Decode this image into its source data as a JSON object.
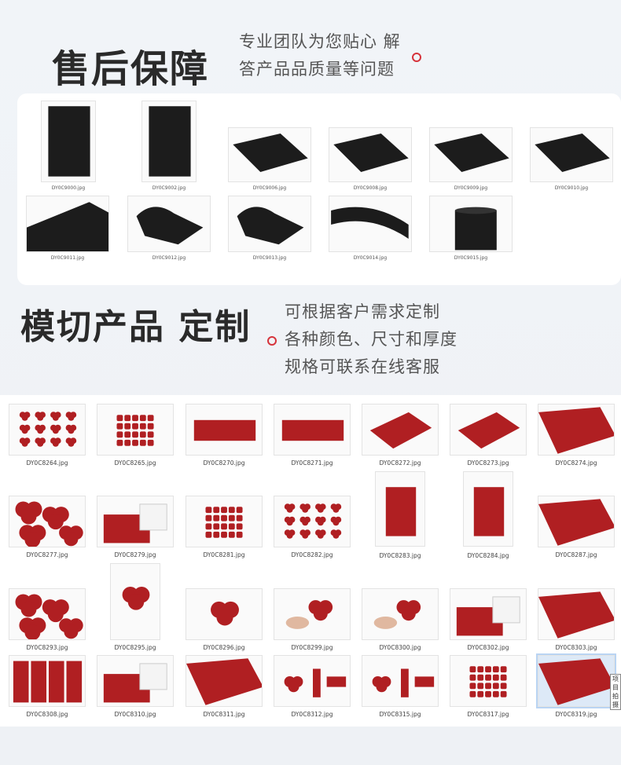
{
  "section1": {
    "title": "售后保障",
    "subtitle_line1": "专业团队为您贴心 解",
    "subtitle_line2": "答产品品质量等问题"
  },
  "section2": {
    "title": "模切产品 定制",
    "line1": "可根据客户需求定制",
    "line2": "各种颜色、尺寸和厚度",
    "line3": "规格可联系在线客服"
  },
  "black_gallery": [
    {
      "file": "DY0C9000.jpg",
      "shape": "tall"
    },
    {
      "file": "DY0C9002.jpg",
      "shape": "tall"
    },
    {
      "file": "DY0C9006.jpg",
      "shape": "slab"
    },
    {
      "file": "DY0C9008.jpg",
      "shape": "slab"
    },
    {
      "file": "DY0C9009.jpg",
      "shape": "slab"
    },
    {
      "file": "DY0C9010.jpg",
      "shape": "slab"
    },
    {
      "file": "DY0C9011.jpg",
      "shape": "corner"
    },
    {
      "file": "DY0C9012.jpg",
      "shape": "fold"
    },
    {
      "file": "DY0C9013.jpg",
      "shape": "fold"
    },
    {
      "file": "DY0C9014.jpg",
      "shape": "roll"
    },
    {
      "file": "DY0C9015.jpg",
      "shape": "roll2"
    }
  ],
  "red_gallery": [
    {
      "file": "DY0C8264.jpg",
      "shape": "clusters"
    },
    {
      "file": "DY0C8265.jpg",
      "shape": "grid"
    },
    {
      "file": "DY0C8270.jpg",
      "shape": "sheet"
    },
    {
      "file": "DY0C8271.jpg",
      "shape": "sheet"
    },
    {
      "file": "DY0C8272.jpg",
      "shape": "tilted"
    },
    {
      "file": "DY0C8273.jpg",
      "shape": "tilted"
    },
    {
      "file": "DY0C8274.jpg",
      "shape": "bigtilt"
    },
    {
      "file": "DY0C8277.jpg",
      "shape": "clusters-big"
    },
    {
      "file": "DY0C8279.jpg",
      "shape": "peel"
    },
    {
      "file": "DY0C8281.jpg",
      "shape": "grid"
    },
    {
      "file": "DY0C8282.jpg",
      "shape": "clusters"
    },
    {
      "file": "DY0C8283.jpg",
      "shape": "portrait"
    },
    {
      "file": "DY0C8284.jpg",
      "shape": "portrait"
    },
    {
      "file": "DY0C8287.jpg",
      "shape": "bigtilt"
    },
    {
      "file": "DY0C8293.jpg",
      "shape": "clusters-big"
    },
    {
      "file": "DY0C8295.jpg",
      "shape": "single"
    },
    {
      "file": "DY0C8296.jpg",
      "shape": "single"
    },
    {
      "file": "DY0C8299.jpg",
      "shape": "hand"
    },
    {
      "file": "DY0C8300.jpg",
      "shape": "hand"
    },
    {
      "file": "DY0C8302.jpg",
      "shape": "peel"
    },
    {
      "file": "DY0C8303.jpg",
      "shape": "bigtilt"
    },
    {
      "file": "DY0C8308.jpg",
      "shape": "strips"
    },
    {
      "file": "DY0C8310.jpg",
      "shape": "peel"
    },
    {
      "file": "DY0C8311.jpg",
      "shape": "bigtilt"
    },
    {
      "file": "DY0C8312.jpg",
      "shape": "pieces"
    },
    {
      "file": "DY0C8315.jpg",
      "shape": "pieces"
    },
    {
      "file": "DY0C8317.jpg",
      "shape": "grid"
    },
    {
      "file": "DY0C8319.jpg",
      "shape": "bigtilt"
    }
  ],
  "tooltip": {
    "text": "项目 拍摄 分辨 大小"
  },
  "colors": {
    "accent": "#d6333b",
    "foam": "#1c1c1c",
    "red": "#b01f22"
  }
}
